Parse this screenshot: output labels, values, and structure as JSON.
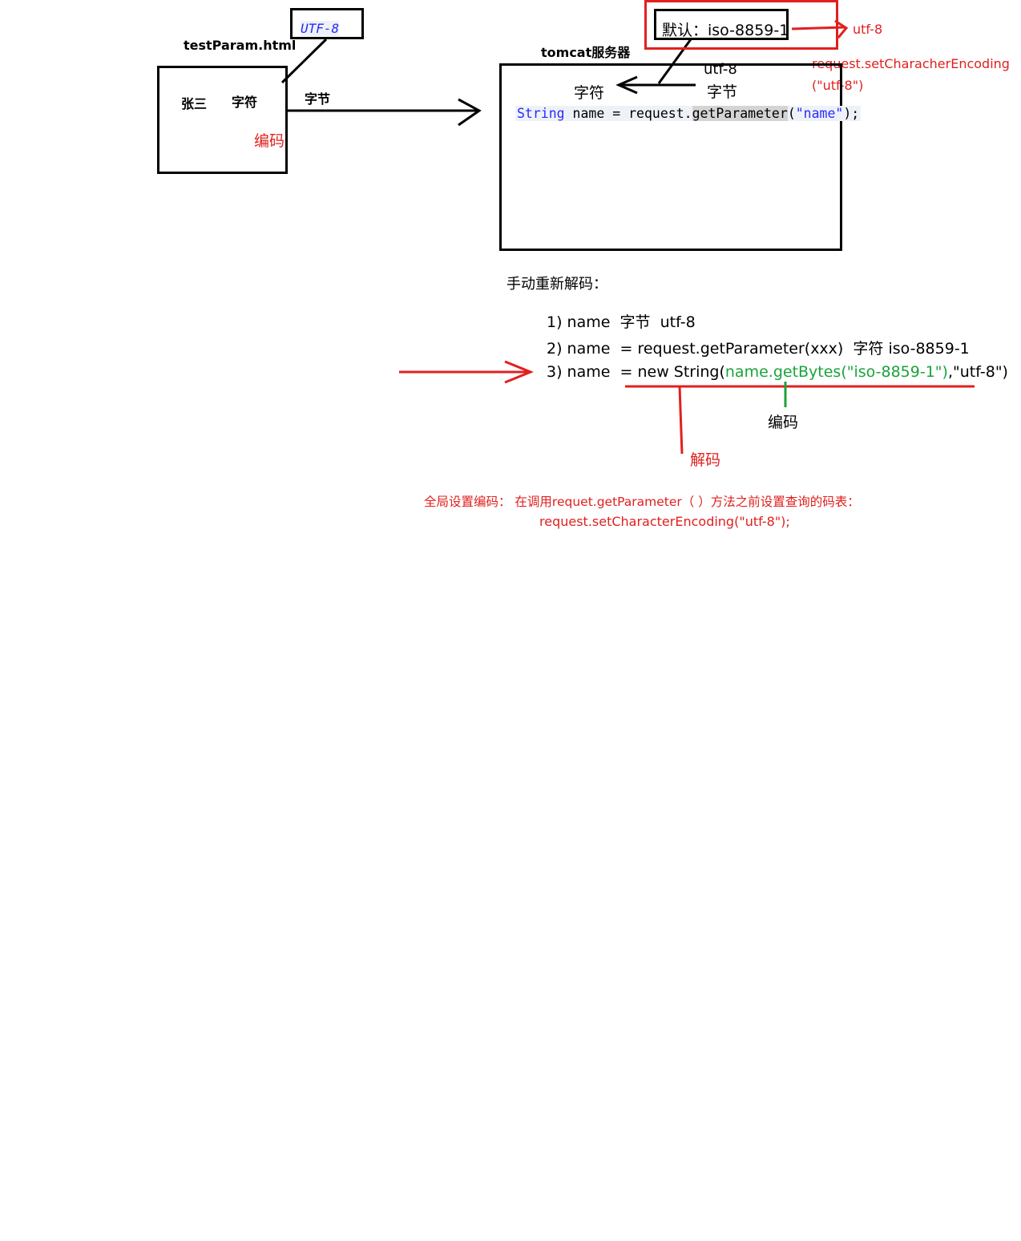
{
  "browser": {
    "file_label": "testParam.html",
    "charset": "UTF-8",
    "input_value": "张三",
    "char_label": "字符",
    "encode_label": "编码"
  },
  "transfer": {
    "bytes_label": "字节"
  },
  "server": {
    "title": "tomcat服务器",
    "default_encoding": "默认：iso-8859-1",
    "override_encoding": "utf-8",
    "set_encoding_line1": "request.setCharacherEncoding",
    "set_encoding_line2": "(\"utf-8\")",
    "bytes_encoding": "utf-8",
    "bytes_label": "字节",
    "chars_label": "字符",
    "code": {
      "type": "String",
      "var": "name",
      "eq": "=",
      "obj": "request.",
      "method": "getParameter",
      "open": "(",
      "arg": "\"name\"",
      "close": ");"
    }
  },
  "manual": {
    "heading": "手动重新解码：",
    "step1": "1) name  字节  utf-8",
    "step2": "2) name  = request.getParameter(xxx)  字符 iso-8859-1",
    "step3_a": "3) name  = new String(",
    "step3_b": "name.getBytes(\"iso-8859-1\")",
    "step3_c": ",\"utf-8\")",
    "encode_label": "编码",
    "decode_label": "解码"
  },
  "global": {
    "line1": "全局设置编码：  在调用requet.getParameter（  ）方法之前设置查询的码表：",
    "line2": "request.setCharacterEncoding(\"utf-8\");"
  },
  "colors": {
    "red": "#e0201f",
    "green": "#1aa33a",
    "code_blue": "#2a2aff",
    "code_bg": "#eef2f8"
  }
}
